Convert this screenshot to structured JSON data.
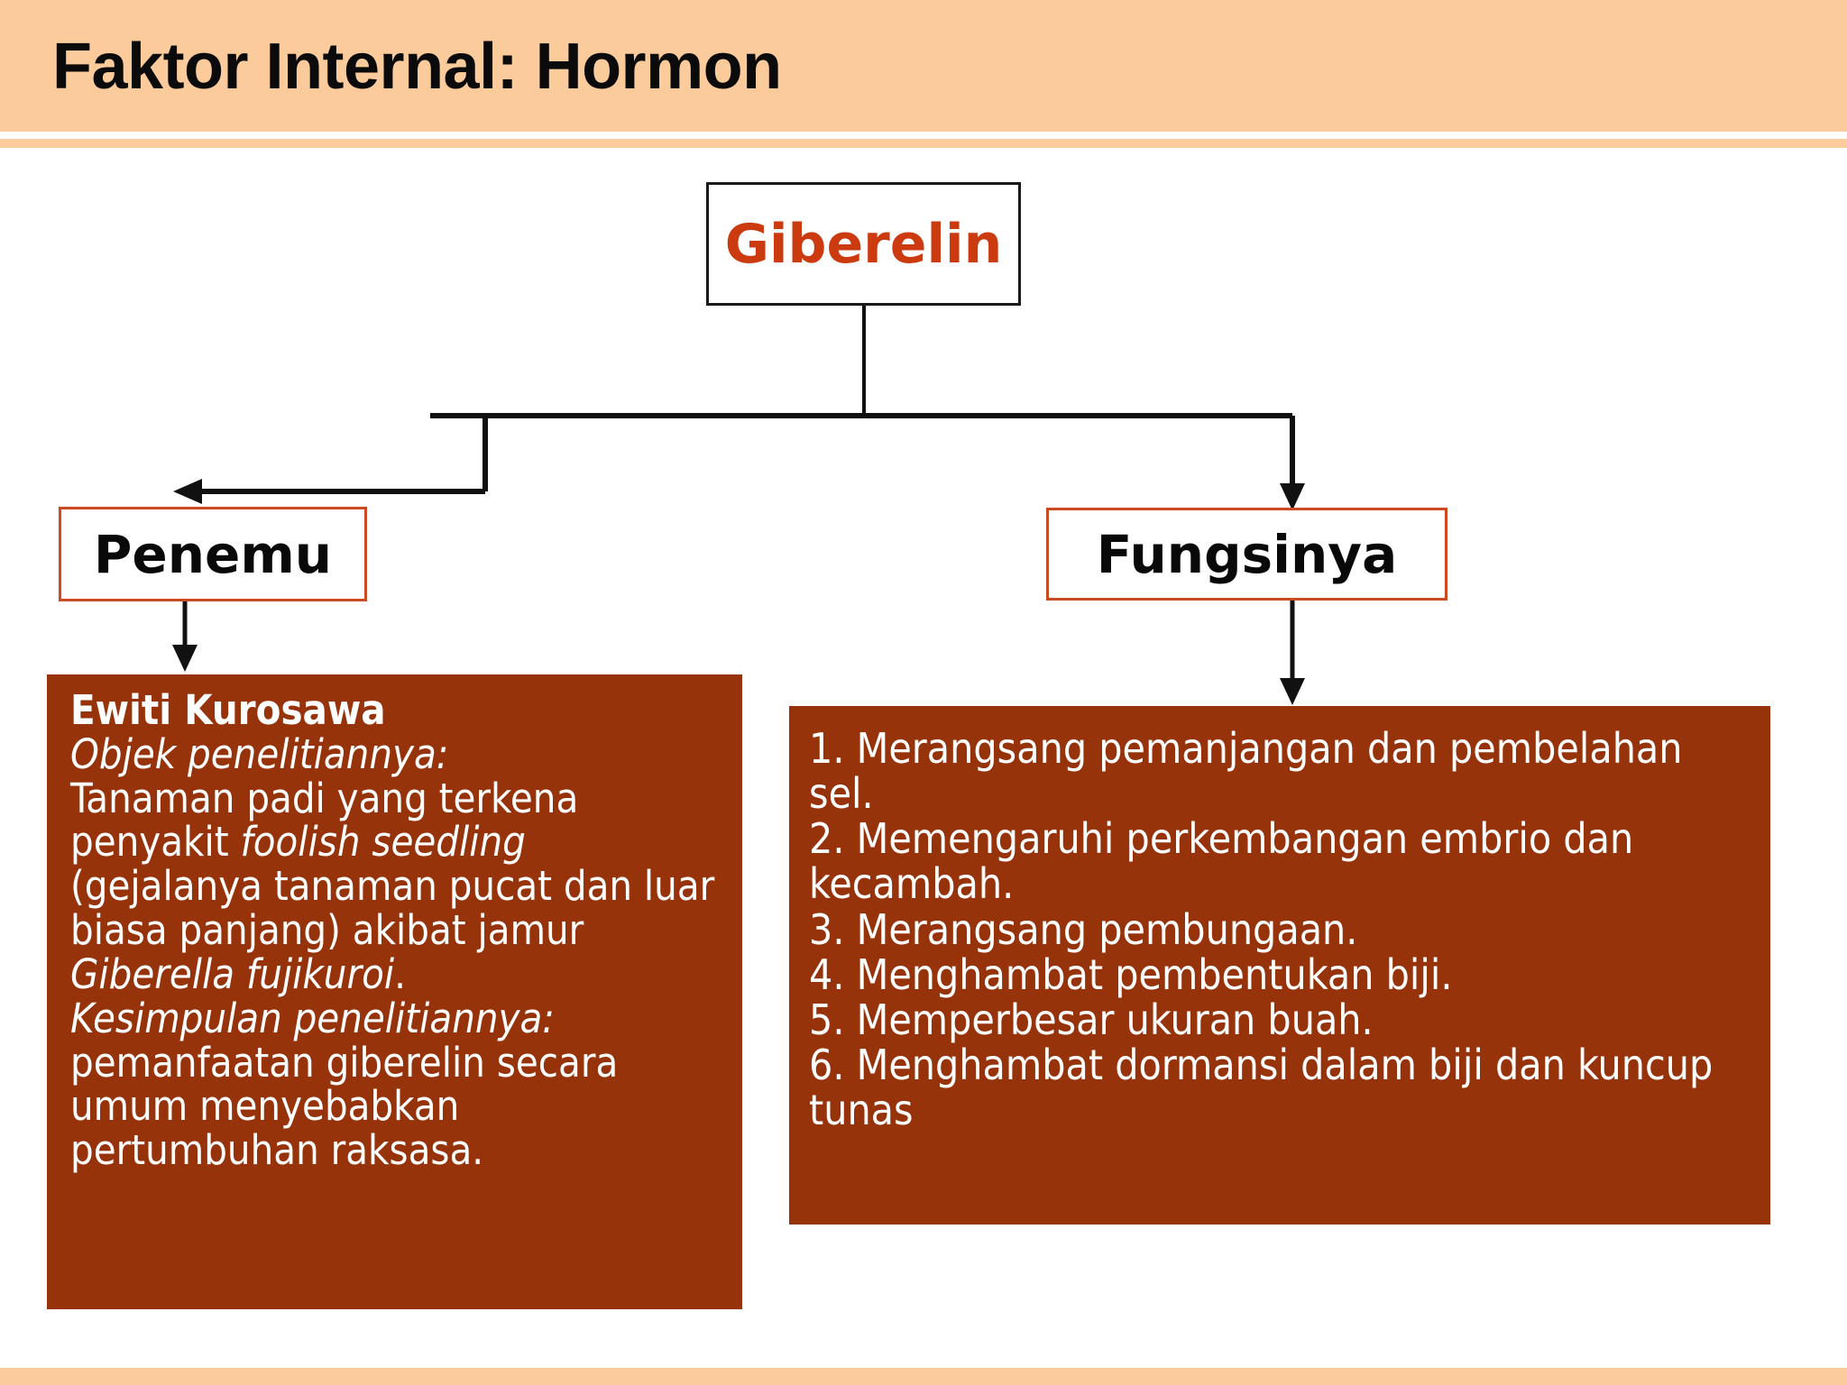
{
  "slide": {
    "title": "Faktor Internal: Hormon",
    "accent_header_color": "#FBCB9C",
    "panel_color": "#96330A",
    "root_text_color": "#CC3A10",
    "branch_border_color": "#CC4A21"
  },
  "diagram": {
    "root": {
      "label": "Giberelin"
    },
    "branches": [
      {
        "label": "Penemu",
        "panel": {
          "heading": "Ewiti Kurosawa",
          "subheading": "Objek penelitiannya:",
          "body_part_1": "Tanaman padi yang terkena penyakit ",
          "body_italic_1": "foolish seedling",
          "body_part_2": " (gejalanya tanaman pucat dan luar biasa panjang) akibat jamur ",
          "body_italic_2": "Giberella fujikuroi",
          "body_part_3": ".",
          "conclusion_label": "Kesimpulan penelitiannya:",
          "conclusion_body": "pemanfaatan giberelin secara umum menyebabkan pertumbuhan raksasa."
        }
      },
      {
        "label": "Fungsinya",
        "panel": {
          "items": [
            "1. Merangsang pemanjangan dan pembelahan sel.",
            "2. Memengaruhi perkembangan embrio dan kecambah.",
            "3. Merangsang pembungaan.",
            "4. Menghambat pembentukan biji.",
            "5. Memperbesar ukuran buah.",
            "6. Menghambat dormansi dalam biji dan kuncup tunas"
          ]
        }
      }
    ]
  }
}
